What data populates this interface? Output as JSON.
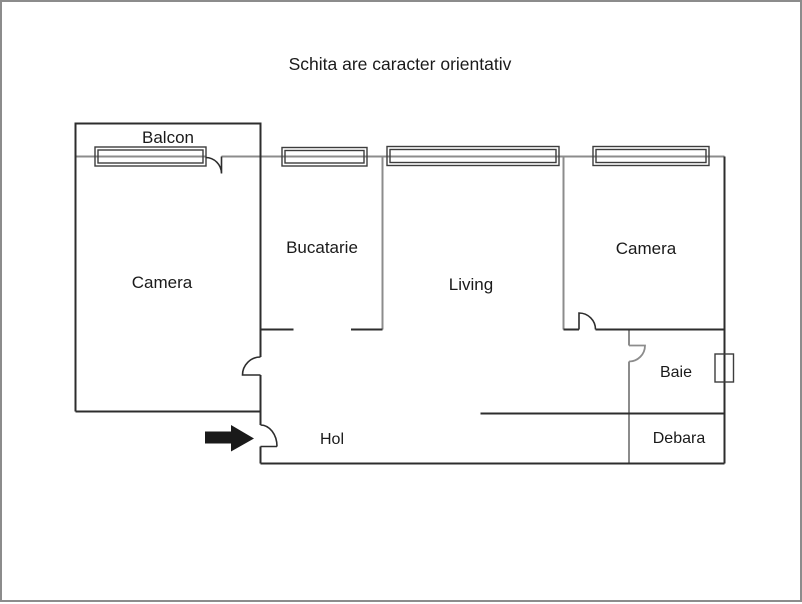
{
  "title": "Schita are caracter orientativ",
  "rooms": [
    {
      "name": "Balcon"
    },
    {
      "name": "Camera"
    },
    {
      "name": "Bucatarie"
    },
    {
      "name": "Living"
    },
    {
      "name": "Camera"
    },
    {
      "name": "Baie"
    },
    {
      "name": "Debara"
    },
    {
      "name": "Hol"
    }
  ],
  "entrance": {
    "icon": "entrance-arrow-icon",
    "direction": "right"
  },
  "colors": {
    "bg": "#ffffff",
    "border-c": "#8c8c8c",
    "wall-dark": "#2d2d2d",
    "wall-gray": "#8c8c8c",
    "win-c": "#3d3d3d",
    "arrow-c": "#1a1a1a",
    "text-c": "#1a1a1a"
  }
}
